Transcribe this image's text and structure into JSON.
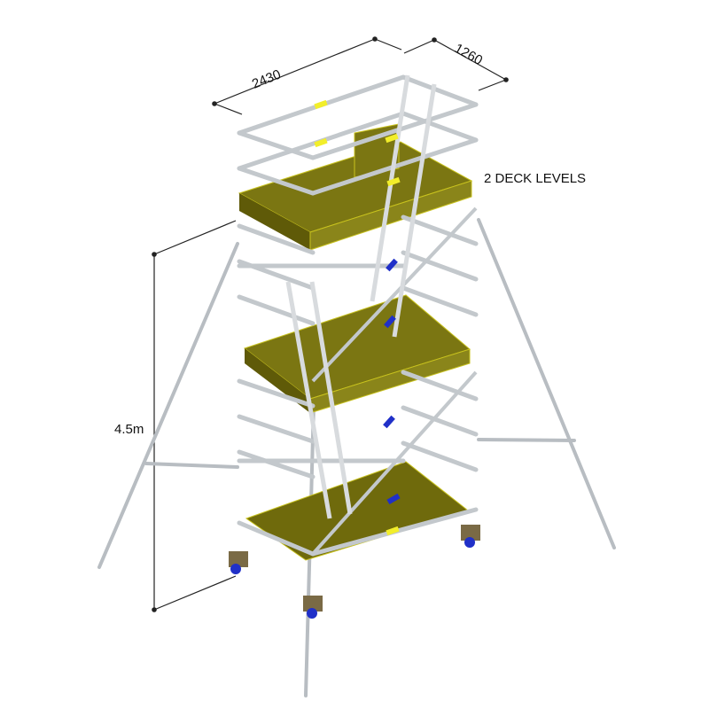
{
  "diagram": {
    "subject": "mobile aluminium scaffold tower with outriggers",
    "dimensions": {
      "length": "2430",
      "width": "1260",
      "platform_height": "4.5m"
    },
    "annotation": "2 DECK LEVELS",
    "colors": {
      "tube": "#c9cdd1",
      "tube_edge": "#8d9297",
      "deck": "#6f6a0c",
      "deck_light": "#8a851a",
      "toe_board_edge": "#c8c21e",
      "clip_yellow": "#f2ee2a",
      "clip_blue": "#2030c8",
      "lock_orange": "#f08a1e",
      "castor_base": "#7a6a45",
      "dim_line": "#222222"
    }
  }
}
